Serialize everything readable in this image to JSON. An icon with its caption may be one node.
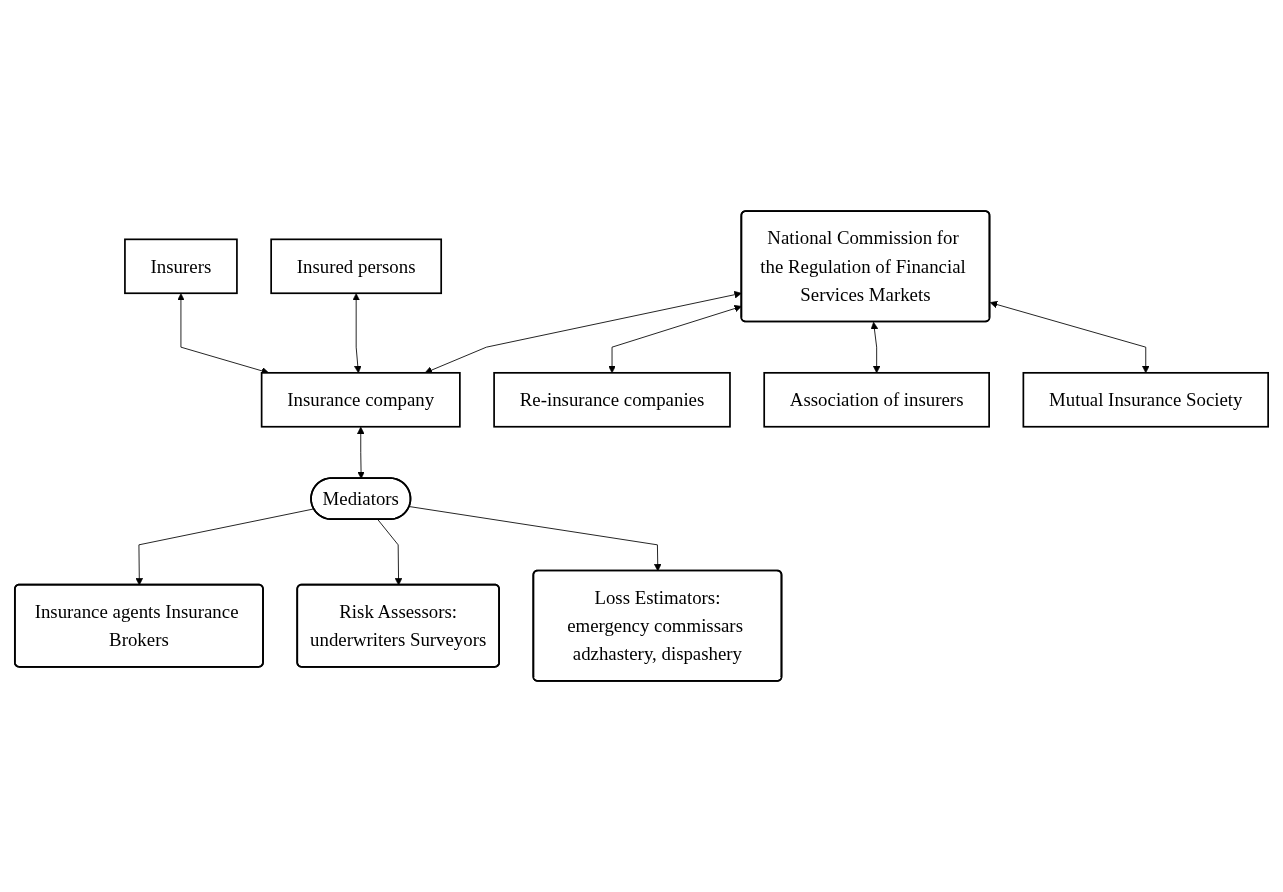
{
  "diagram": {
    "nodes": [
      {
        "text": [
          "National Commission for the Regulation of Financial Services Markets"
        ]
      },
      {
        "text": [
          "Insurers"
        ]
      },
      {
        "text": [
          "Insured persons"
        ]
      },
      {
        "text": [
          "Insurance company"
        ]
      },
      {
        "text": [
          "Re-insurance companies"
        ]
      },
      {
        "text": [
          "Association of insurers"
        ]
      },
      {
        "text": [
          "Mutual Insurance Society"
        ]
      },
      {
        "text": [
          "Mediators"
        ]
      },
      {
        "text": [
          "Insurance agents Insurance Brokers"
        ]
      },
      {
        "text": [
          "Risk Assessors:",
          "underwriters Surveyors"
        ]
      },
      {
        "text": [
          "Loss Estimators:",
          "emergency commissars adzhastery, dispashery"
        ]
      }
    ],
    "edges": [
      {
        "from": 0,
        "to": 3,
        "arrow": "both"
      },
      {
        "from": 1,
        "to": 3,
        "arrow": "both"
      },
      {
        "from": 2,
        "to": 3,
        "arrow": "both"
      },
      {
        "from": 0,
        "to": 4,
        "arrow": "both"
      },
      {
        "from": 0,
        "to": 5,
        "arrow": "both"
      },
      {
        "from": 0,
        "to": 6,
        "arrow": "both"
      },
      {
        "from": 3,
        "to": 7,
        "arrow": "both"
      },
      {
        "from": 7,
        "to": 8,
        "arrow": "to"
      },
      {
        "from": 7,
        "to": 9,
        "arrow": "to"
      },
      {
        "from": 7,
        "to": 10,
        "arrow": "to"
      }
    ]
  }
}
